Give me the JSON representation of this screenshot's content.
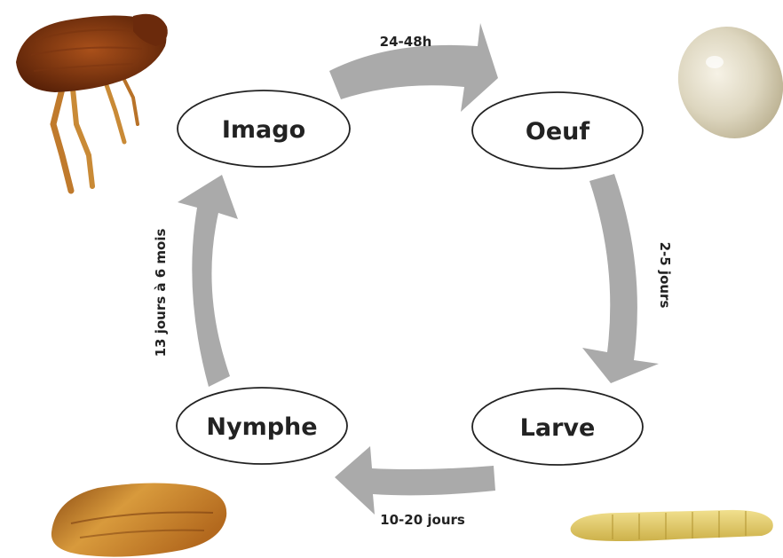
{
  "stages": {
    "imago": "Imago",
    "oeuf": "Oeuf",
    "larve": "Larve",
    "nymphe": "Nymphe"
  },
  "durations": {
    "imago_to_oeuf": "24-48h",
    "oeuf_to_larve": "2-5 jours",
    "larve_to_nymphe": "10-20 jours",
    "nymphe_to_imago": "13 jours à 6 mois"
  },
  "colors": {
    "arrow": "#aaaaaa",
    "node_stroke": "#222222",
    "node_fill": "#ffffff",
    "text": "#222222"
  },
  "illustrations": {
    "adult": "flea-adult-photo",
    "egg": "flea-egg-photo",
    "larva": "flea-larva-photo",
    "pupa": "flea-pupa-photo"
  }
}
